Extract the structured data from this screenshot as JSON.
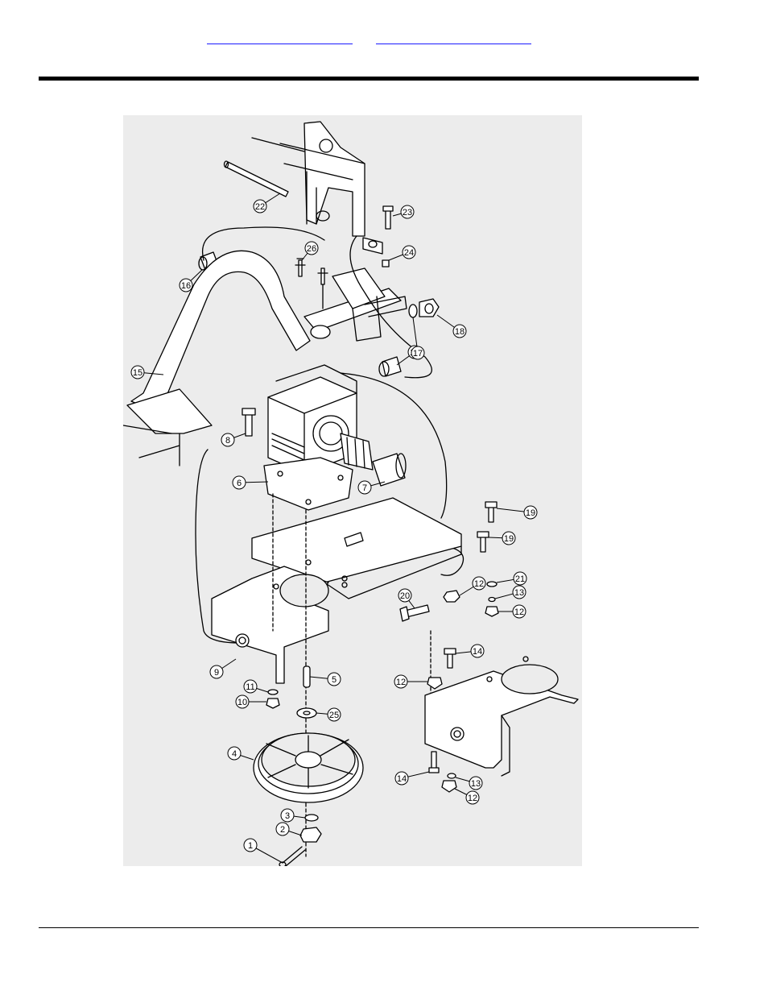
{
  "header": {
    "links": [
      {
        "label": ""
      },
      {
        "label": ""
      }
    ]
  },
  "diagram": {
    "background_color": "#ececec",
    "callouts": [
      {
        "id": "c1",
        "number": "1"
      },
      {
        "id": "c2",
        "number": "2"
      },
      {
        "id": "c3",
        "number": "3"
      },
      {
        "id": "c4",
        "number": "4"
      },
      {
        "id": "c5",
        "number": "5"
      },
      {
        "id": "c6",
        "number": "6"
      },
      {
        "id": "c7",
        "number": "7"
      },
      {
        "id": "c8",
        "number": "8"
      },
      {
        "id": "c9",
        "number": "9"
      },
      {
        "id": "c10",
        "number": "10"
      },
      {
        "id": "c11",
        "number": "11"
      },
      {
        "id": "c12a",
        "number": "12"
      },
      {
        "id": "c12b",
        "number": "12"
      },
      {
        "id": "c12c",
        "number": "12"
      },
      {
        "id": "c12d",
        "number": "12"
      },
      {
        "id": "c13a",
        "number": "13"
      },
      {
        "id": "c13b",
        "number": "13"
      },
      {
        "id": "c14a",
        "number": "14"
      },
      {
        "id": "c14b",
        "number": "14"
      },
      {
        "id": "c15",
        "number": "15"
      },
      {
        "id": "c16a",
        "number": "16"
      },
      {
        "id": "c16b",
        "number": "16"
      },
      {
        "id": "c17",
        "number": "17"
      },
      {
        "id": "c18",
        "number": "18"
      },
      {
        "id": "c19a",
        "number": "19"
      },
      {
        "id": "c19b",
        "number": "19"
      },
      {
        "id": "c20",
        "number": "20"
      },
      {
        "id": "c21",
        "number": "21"
      },
      {
        "id": "c22",
        "number": "22"
      },
      {
        "id": "c23",
        "number": "23"
      },
      {
        "id": "c24",
        "number": "24"
      },
      {
        "id": "c25",
        "number": "25"
      },
      {
        "id": "c26",
        "number": "26"
      }
    ]
  }
}
